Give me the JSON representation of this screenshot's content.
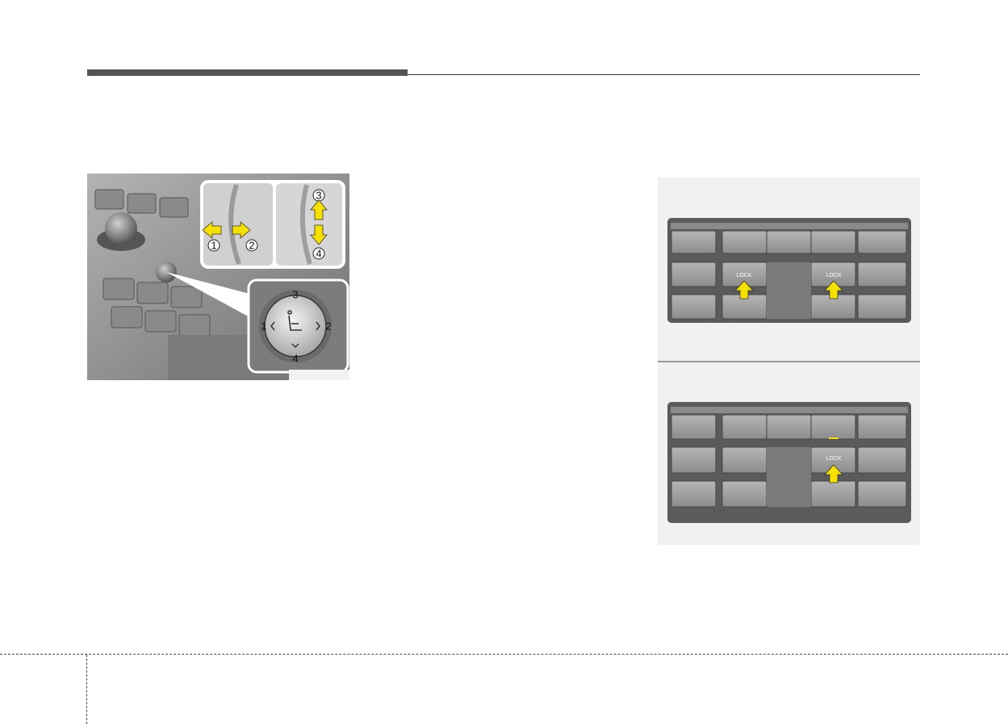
{
  "figure_left": {
    "labels": {
      "one": "1",
      "two": "2",
      "three": "3",
      "four": "4"
    },
    "icons": [
      "arrow-left-icon",
      "arrow-right-icon",
      "arrow-up-icon",
      "arrow-down-icon",
      "seat-icon"
    ],
    "accent": "#f5e000"
  },
  "figure_right": {
    "top_panel": {
      "lock_left": "LOCK",
      "lock_right": "LOCK"
    },
    "bottom_panel": {
      "lock_right": "LOCK"
    },
    "accent": "#f5e000"
  }
}
